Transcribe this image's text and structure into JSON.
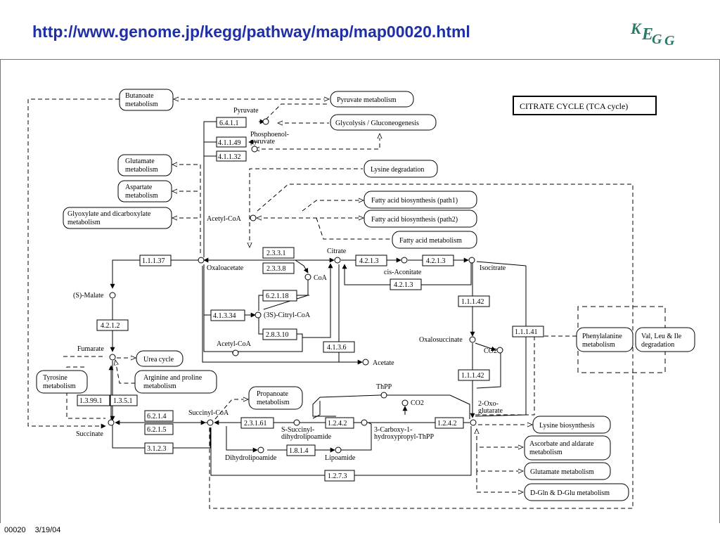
{
  "header": {
    "url": "http://www.genome.jp/kegg/pathway/map/map00020.html",
    "logo_text": "KEGG"
  },
  "footer": {
    "map_id": "00020",
    "date": "3/19/04"
  },
  "title_box": "CITRATE CYCLE (TCA cycle)",
  "pathways": {
    "butanoate": [
      "Butanoate",
      "metabolism"
    ],
    "pyruvate": "Pyruvate metabolism",
    "glycolysis": "Glycolysis / Gluconeogenesis",
    "glutamate1": [
      "Glutamate",
      "metabolism"
    ],
    "aspartate": [
      "Aspartate",
      "metabolism"
    ],
    "glyoxylate": [
      "Glyoxylate and dicarboxylate",
      "metabolism"
    ],
    "lysine_deg": "Lysine degradation",
    "fatty1": "Fatty acid biosynthesis (path1)",
    "fatty2": "Fatty acid biosynthesis (path2)",
    "fattymet": "Fatty acid metabolism",
    "urea": "Urea cycle",
    "tyrosine": [
      "Tyrosine",
      "metabolism"
    ],
    "arginine": [
      "Arginine and proline",
      "metabolism"
    ],
    "propanoate": [
      "Propanoate",
      "metabolism"
    ],
    "phenylalanine": [
      "Phenylalanine",
      "metabolism"
    ],
    "valine": [
      "Val, Leu & Ile",
      "degradation"
    ],
    "lysine_bio": "Lysine biosynthesis",
    "ascorbate": [
      "Ascorbate and aldarate",
      "metabolism"
    ],
    "glutamate2": "Glutamate metabolism",
    "dgln": "D-Gln & D-Glu metabolism"
  },
  "enzymes": {
    "e6411": "6.4.1.1",
    "e41149": "4.1.1.49",
    "e41132": "4.1.1.32",
    "e11137": "1.1.1.37",
    "e2331": "2.3.3.1",
    "e2338": "2.3.3.8",
    "e42131": "4.2.1.3",
    "e42132": "4.2.1.3",
    "e42133": "4.2.1.3",
    "e62118": "6.2.1.18",
    "e41334": "4.1.3.34",
    "e28310": "2.8.3.10",
    "e4136": "4.1.3.6",
    "e4212": "4.2.1.2",
    "e11142a": "1.1.1.42",
    "e11141": "1.1.1.41",
    "e11142b": "1.1.1.42",
    "e13991": "1.3.99.1",
    "e1351": "1.3.5.1",
    "e6214": "6.2.1.4",
    "e6215": "6.2.1.5",
    "e2316": "2.3.1.61",
    "e1242a": "1.2.4.2",
    "e1242b": "1.2.4.2",
    "e1814": "1.8.1.4",
    "e3123": "3.1.2.3",
    "e1273": "1.2.7.3"
  },
  "compounds": {
    "pyruvate": "Pyruvate",
    "pep": [
      "Phosphoenol-",
      "pyruvate"
    ],
    "acetylcoa": "Acetyl-CoA",
    "oxaloacetate": "Oxaloacetate",
    "citrate": "Citrate",
    "coa": "CoA",
    "cisaconitate": "cis-Aconitate",
    "isocitrate": "Isocitrate",
    "citrylcoa": "(3S)-Citryl-CoA",
    "acetylcoa2": "Acetyl-CoA",
    "acetate": "Acetate",
    "malate": "(S)-Malate",
    "fumarate": "Fumarate",
    "oxalosuccinate": "Oxalosuccinate",
    "co2a": "CO2",
    "succinate": "Succinate",
    "succinylcoa": "Succinyl-CoA",
    "thpp": "ThPP",
    "co2b": "CO2",
    "ssdl": [
      "S-Succinyl-",
      "dihydrolipoamide"
    ],
    "carboxy": [
      "3-Carboxy-1-",
      "hydroxypropyl-ThPP"
    ],
    "oxoglutarate": [
      "2-Oxo-",
      "glutarate"
    ],
    "dihydrolipoamide": "Dihydrolipoamide",
    "lipoamide": "Lipoamide"
  }
}
